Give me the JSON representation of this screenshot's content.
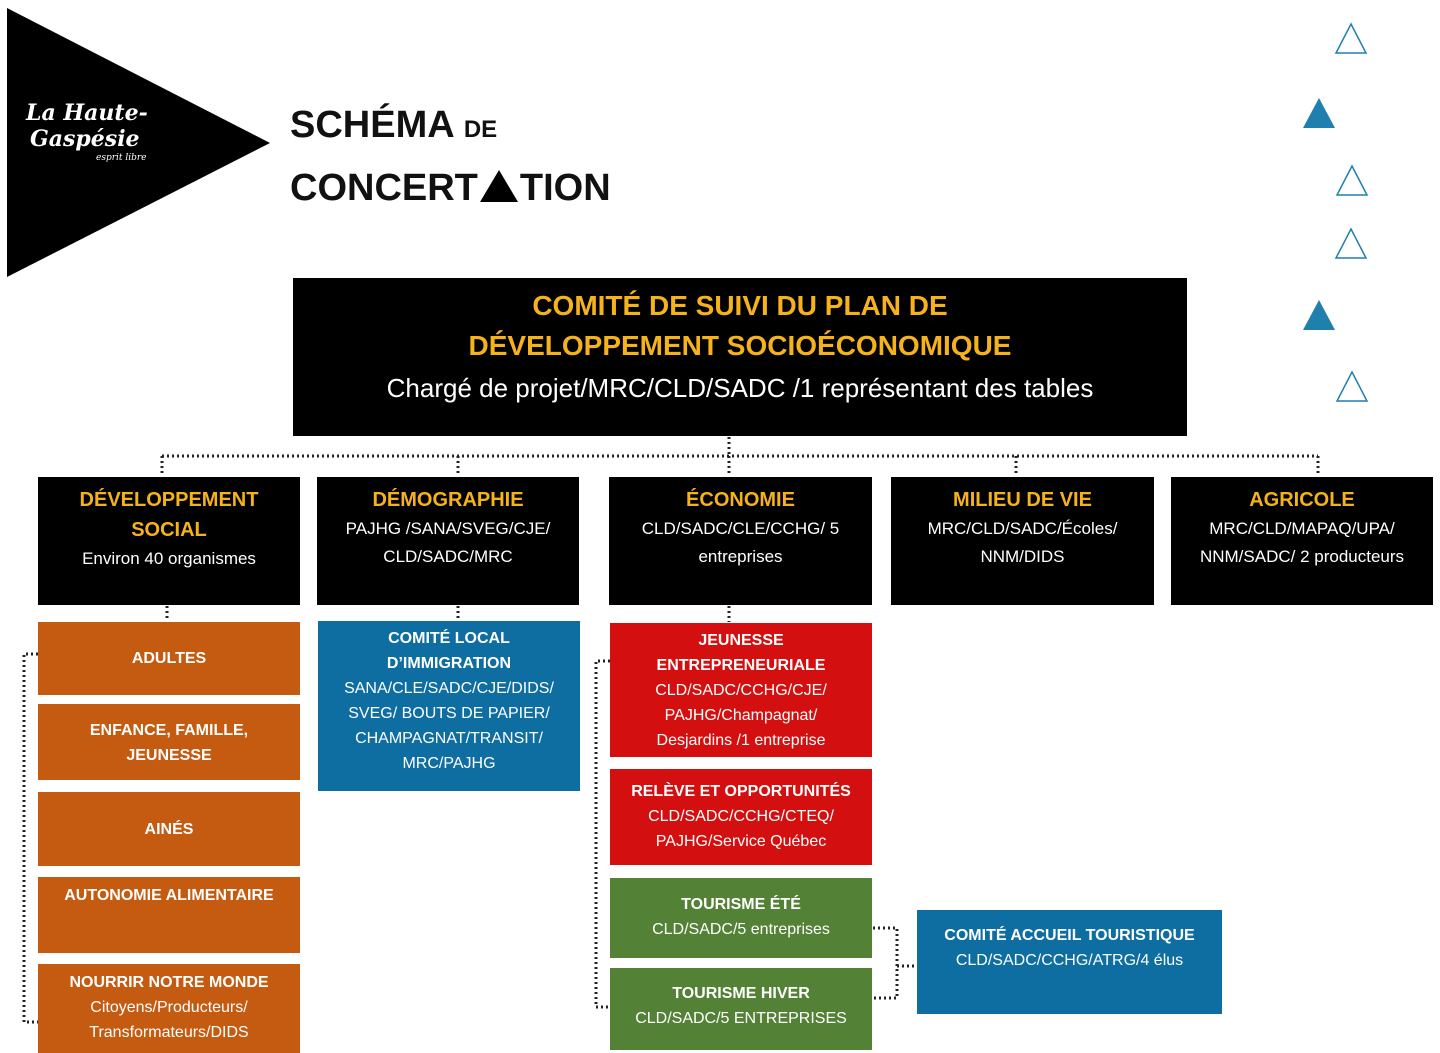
{
  "logo": {
    "line1": "La Haute-",
    "line2": "Gaspésie",
    "line3": "esprit libre"
  },
  "title": {
    "line1_big": "SCHÉMA",
    "line1_small": "DE",
    "line2_part1": "CONCERT",
    "line2_part2": "TION"
  },
  "main": {
    "title": "COMITÉ DE SUIVI DU PLAN DE DÉVELOPPEMENT SOCIOÉCONOMIQUE",
    "subtitle": "Chargé de projet/MRC/CLD/SADC /1 représentant des tables"
  },
  "categories": [
    {
      "title": "DÉVELOPPEMENT SOCIAL",
      "body": "Environ 40 organismes"
    },
    {
      "title": "DÉMOGRAPHIE",
      "body": "PAJHG /SANA/SVEG/CJE/ CLD/SADC/MRC"
    },
    {
      "title": "ÉCONOMIE",
      "body": "CLD/SADC/CLE/CCHG/ 5 entreprises"
    },
    {
      "title": "MILIEU DE VIE",
      "body": "MRC/CLD/SADC/Écoles/ NNM/DIDS"
    },
    {
      "title": "AGRICOLE",
      "body": "MRC/CLD/MAPAQ/UPA/ NNM/SADC/ 2 producteurs"
    }
  ],
  "social": [
    {
      "title": "ADULTES",
      "body": ""
    },
    {
      "title": "ENFANCE, FAMILLE, JEUNESSE",
      "body": ""
    },
    {
      "title": "AINÉS",
      "body": ""
    },
    {
      "title": "AUTONOMIE ALIMENTAIRE",
      "body": ""
    },
    {
      "title": "NOURRIR NOTRE MONDE",
      "body": "Citoyens/Producteurs/ Transformateurs/DIDS"
    }
  ],
  "demographie": [
    {
      "title": "COMITÉ LOCAL D’IMMIGRATION",
      "body": "SANA/CLE/SADC/CJE/DIDS/ SVEG/ BOUTS DE PAPIER/ CHAMPAGNAT/TRANSIT/ MRC/PAJHG"
    }
  ],
  "economie": [
    {
      "title": "JEUNESSE ENTREPRENEURIALE",
      "body": "CLD/SADC/CCHG/CJE/ PAJHG/Champagnat/ Desjardins /1 entreprise"
    },
    {
      "title": "RELÈVE ET OPPORTUNITÉS",
      "body": "CLD/SADC/CCHG/CTEQ/ PAJHG/Service Québec"
    },
    {
      "title": "TOURISME ÉTÉ",
      "body": "CLD/SADC/5 entreprises"
    },
    {
      "title": "TOURISME HIVER",
      "body": "CLD/SADC/5 ENTREPRISES"
    }
  ],
  "accueil": {
    "title": "COMITÉ ACCUEIL TOURISTIQUE",
    "body": "CLD/SADC/CCHG/ATRG/4 élus"
  },
  "colors": {
    "black": "#000000",
    "gold": "#f6b21b",
    "orange": "#c55a11",
    "blue": "#0e6ea2",
    "red": "#d40f0f",
    "green": "#538135",
    "accent_triangle": "#1f7fad"
  }
}
